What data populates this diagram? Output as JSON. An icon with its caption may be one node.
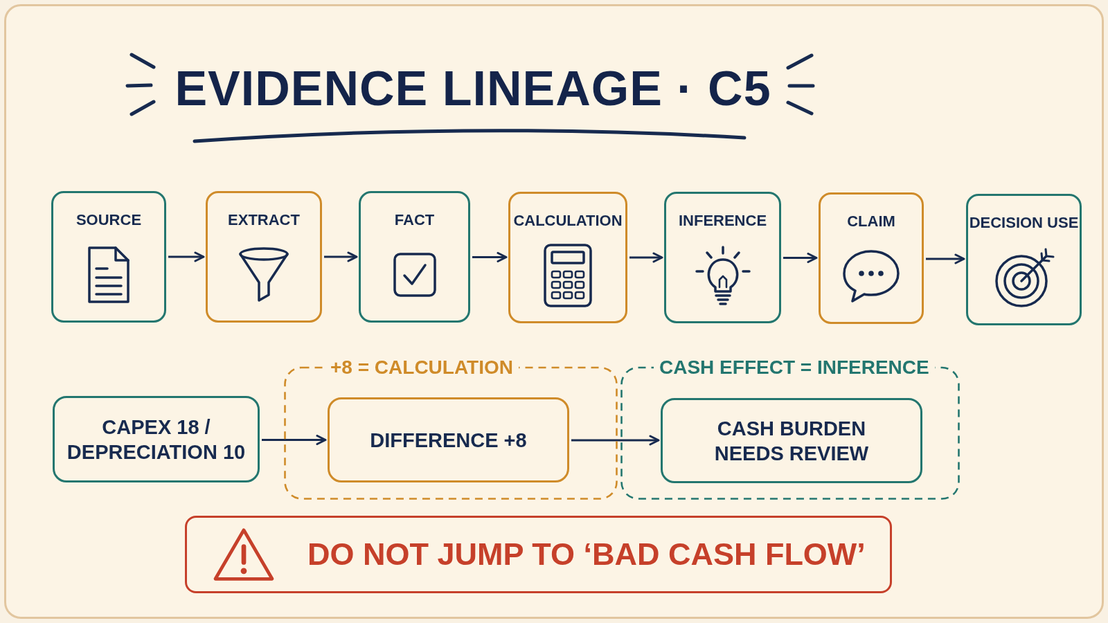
{
  "diagram": {
    "title": "EVIDENCE LINEAGE · C5",
    "nodes": [
      {
        "text": [
          "SOURCE"
        ]
      },
      {
        "text": [
          "EXTRACT"
        ]
      },
      {
        "text": [
          "FACT"
        ]
      },
      {
        "text": [
          "CALCULATION"
        ]
      },
      {
        "text": [
          "INFERENCE"
        ]
      },
      {
        "text": [
          "CLAIM"
        ]
      },
      {
        "text": [
          "DECISION USE"
        ]
      },
      {
        "text": [
          "CAPEX 18 / DEPRECIATION 10"
        ]
      },
      {
        "text": [
          "+8 = CALCULATION"
        ]
      },
      {
        "text": [
          "DIFFERENCE +8"
        ],
        "in": 8
      },
      {
        "text": [
          "CASH EFFECT = INFERENCE"
        ]
      },
      {
        "text": [
          "CASH BURDEN NEEDS REVIEW"
        ],
        "in": 10
      },
      {
        "text": [
          "DO NOT JUMP TO ‘BAD CASH FLOW’"
        ]
      }
    ],
    "edges": [
      {
        "from": 0,
        "to": 1,
        "arrow": "to"
      },
      {
        "from": 1,
        "to": 2,
        "arrow": "to"
      },
      {
        "from": 2,
        "to": 3,
        "arrow": "to"
      },
      {
        "from": 3,
        "to": 4,
        "arrow": "to"
      },
      {
        "from": 4,
        "to": 5,
        "arrow": "to"
      },
      {
        "from": 5,
        "to": 6,
        "arrow": "to"
      },
      {
        "from": 7,
        "to": 9,
        "arrow": "to"
      },
      {
        "from": 9,
        "to": 11,
        "arrow": "to"
      }
    ]
  }
}
